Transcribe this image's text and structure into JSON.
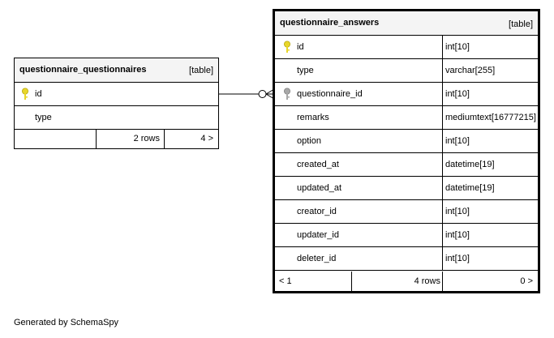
{
  "tables": {
    "questionnaires": {
      "name": "questionnaire_questionnaires",
      "kind": "[table]",
      "columns": [
        {
          "name": "id",
          "key": "primary"
        },
        {
          "name": "type",
          "key": "none"
        }
      ],
      "footer": {
        "left": "",
        "rows": "2 rows",
        "right": "4 >"
      }
    },
    "answers": {
      "name": "questionnaire_answers",
      "kind": "[table]",
      "columns": [
        {
          "name": "id",
          "type": "int[10]",
          "key": "primary"
        },
        {
          "name": "type",
          "type": "varchar[255]",
          "key": "none"
        },
        {
          "name": "questionnaire_id",
          "type": "int[10]",
          "key": "foreign"
        },
        {
          "name": "remarks",
          "type": "mediumtext[16777215]",
          "key": "none"
        },
        {
          "name": "option",
          "type": "int[10]",
          "key": "none"
        },
        {
          "name": "created_at",
          "type": "datetime[19]",
          "key": "none"
        },
        {
          "name": "updated_at",
          "type": "datetime[19]",
          "key": "none"
        },
        {
          "name": "creator_id",
          "type": "int[10]",
          "key": "none"
        },
        {
          "name": "updater_id",
          "type": "int[10]",
          "key": "none"
        },
        {
          "name": "deleter_id",
          "type": "int[10]",
          "key": "none"
        }
      ],
      "footer": {
        "left": "< 1",
        "rows": "4 rows",
        "right": "0 >"
      }
    }
  },
  "credit": "Generated by SchemaSpy",
  "colors": {
    "primary_key": "#e8d62a",
    "foreign_key": "#a8a8a8",
    "header_bg": "#f4f4f4"
  }
}
